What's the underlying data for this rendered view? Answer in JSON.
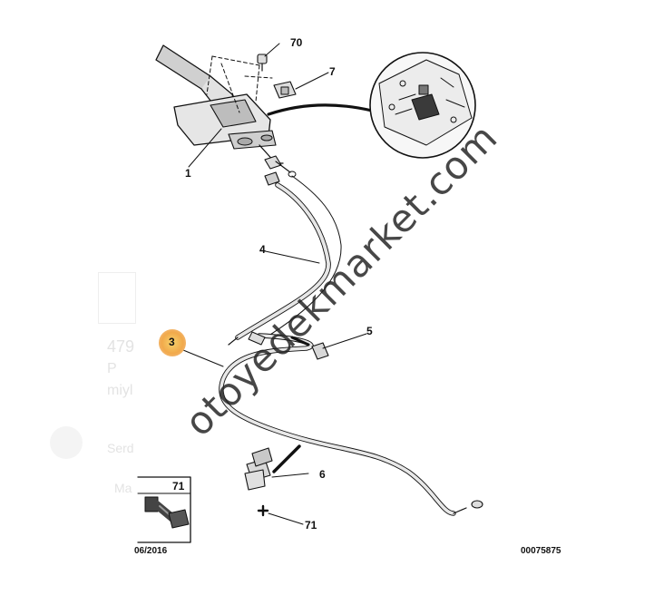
{
  "callouts": {
    "c70": "70",
    "c7": "7",
    "c1": "1",
    "c4": "4",
    "c5": "5",
    "c3": "3",
    "c6": "6",
    "c71": "71",
    "inset71": "71"
  },
  "footer": {
    "date": "06/2016",
    "ref": "00075875"
  },
  "watermark": "otoyedekmarket.com",
  "background_ghost": {
    "price_fragment": "479",
    "line2": "P",
    "line3": "miyl",
    "name": "Serd",
    "line5": "Ma"
  },
  "colors": {
    "highlight": "#f1a94b",
    "line": "#111111",
    "part_fill": "#d9d9d9"
  }
}
